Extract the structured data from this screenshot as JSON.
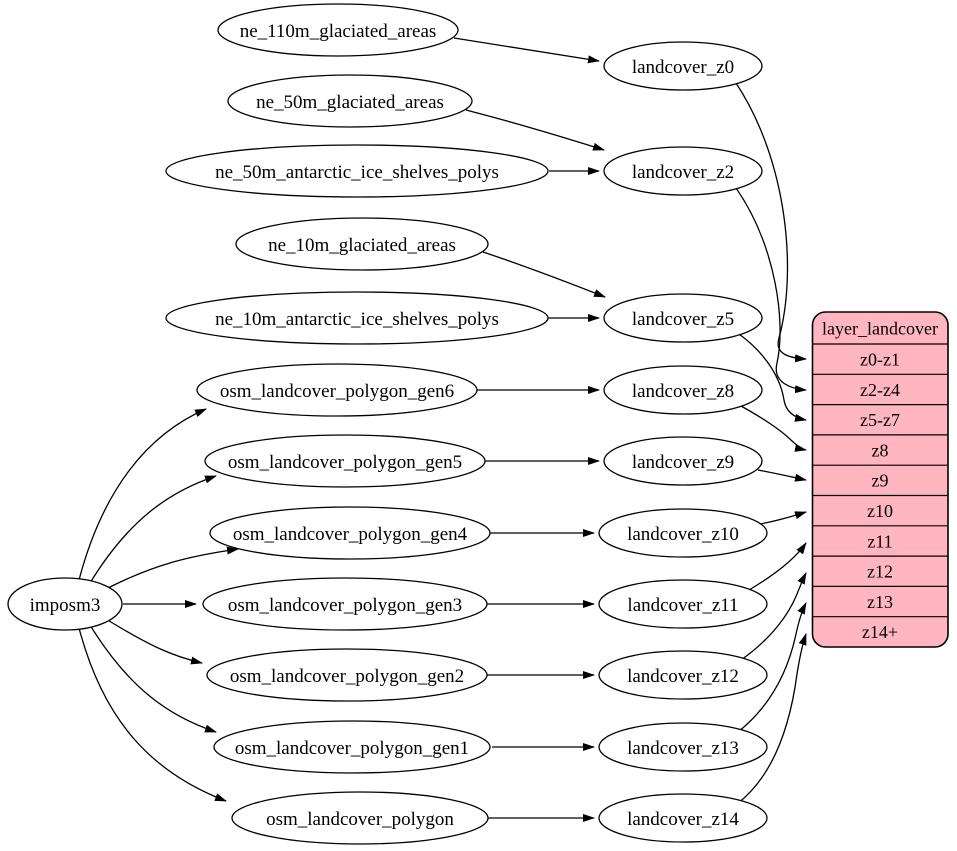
{
  "diagram": {
    "background": "#ffffff",
    "edge_color": "#000000",
    "nodes": {
      "imposm3": "imposm3",
      "ne_110m_glaciated_areas": "ne_110m_glaciated_areas",
      "ne_50m_glaciated_areas": "ne_50m_glaciated_areas",
      "ne_50m_antarctic_ice_shelves_polys": "ne_50m_antarctic_ice_shelves_polys",
      "ne_10m_glaciated_areas": "ne_10m_glaciated_areas",
      "ne_10m_antarctic_ice_shelves_polys": "ne_10m_antarctic_ice_shelves_polys",
      "osm_landcover_polygon_gen6": "osm_landcover_polygon_gen6",
      "osm_landcover_polygon_gen5": "osm_landcover_polygon_gen5",
      "osm_landcover_polygon_gen4": "osm_landcover_polygon_gen4",
      "osm_landcover_polygon_gen3": "osm_landcover_polygon_gen3",
      "osm_landcover_polygon_gen2": "osm_landcover_polygon_gen2",
      "osm_landcover_polygon_gen1": "osm_landcover_polygon_gen1",
      "osm_landcover_polygon": "osm_landcover_polygon",
      "landcover_z0": "landcover_z0",
      "landcover_z2": "landcover_z2",
      "landcover_z5": "landcover_z5",
      "landcover_z8": "landcover_z8",
      "landcover_z9": "landcover_z9",
      "landcover_z10": "landcover_z10",
      "landcover_z11": "landcover_z11",
      "landcover_z12": "landcover_z12",
      "landcover_z13": "landcover_z13",
      "landcover_z14": "landcover_z14"
    },
    "table": {
      "title": "layer_landcover",
      "fill": "#ffb6c1",
      "rows": [
        "z0-z1",
        "z2-z4",
        "z5-z7",
        "z8",
        "z9",
        "z10",
        "z11",
        "z12",
        "z13",
        "z14+"
      ]
    },
    "edges": [
      [
        "imposm3",
        "osm_landcover_polygon_gen6"
      ],
      [
        "imposm3",
        "osm_landcover_polygon_gen5"
      ],
      [
        "imposm3",
        "osm_landcover_polygon_gen4"
      ],
      [
        "imposm3",
        "osm_landcover_polygon_gen3"
      ],
      [
        "imposm3",
        "osm_landcover_polygon_gen2"
      ],
      [
        "imposm3",
        "osm_landcover_polygon_gen1"
      ],
      [
        "imposm3",
        "osm_landcover_polygon"
      ],
      [
        "ne_110m_glaciated_areas",
        "landcover_z0"
      ],
      [
        "ne_50m_glaciated_areas",
        "landcover_z2"
      ],
      [
        "ne_50m_antarctic_ice_shelves_polys",
        "landcover_z2"
      ],
      [
        "ne_10m_glaciated_areas",
        "landcover_z5"
      ],
      [
        "ne_10m_antarctic_ice_shelves_polys",
        "landcover_z5"
      ],
      [
        "osm_landcover_polygon_gen6",
        "landcover_z8"
      ],
      [
        "osm_landcover_polygon_gen5",
        "landcover_z9"
      ],
      [
        "osm_landcover_polygon_gen4",
        "landcover_z10"
      ],
      [
        "osm_landcover_polygon_gen3",
        "landcover_z11"
      ],
      [
        "osm_landcover_polygon_gen2",
        "landcover_z12"
      ],
      [
        "osm_landcover_polygon_gen1",
        "landcover_z13"
      ],
      [
        "osm_landcover_polygon",
        "landcover_z14"
      ],
      [
        "landcover_z0",
        "layer_landcover:z0-z1"
      ],
      [
        "landcover_z2",
        "layer_landcover:z2-z4"
      ],
      [
        "landcover_z5",
        "layer_landcover:z5-z7"
      ],
      [
        "landcover_z8",
        "layer_landcover:z8"
      ],
      [
        "landcover_z9",
        "layer_landcover:z9"
      ],
      [
        "landcover_z10",
        "layer_landcover:z10"
      ],
      [
        "landcover_z11",
        "layer_landcover:z11"
      ],
      [
        "landcover_z12",
        "layer_landcover:z12"
      ],
      [
        "landcover_z13",
        "layer_landcover:z13"
      ],
      [
        "landcover_z14",
        "layer_landcover:z14+"
      ]
    ]
  }
}
